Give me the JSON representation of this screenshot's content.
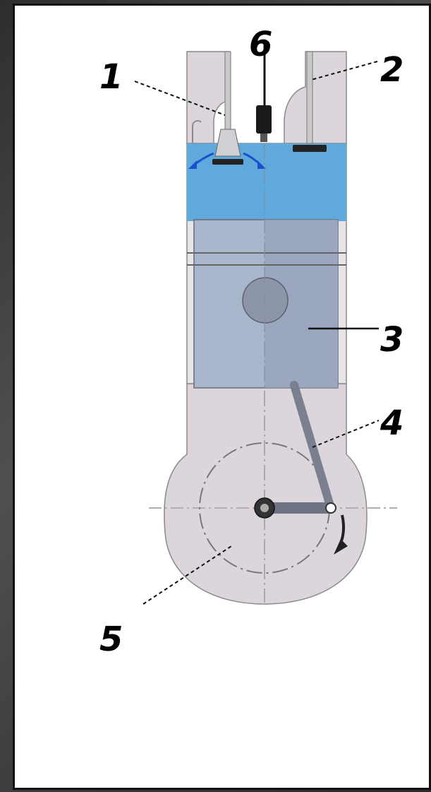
{
  "diagram": {
    "parts": [
      {
        "id": "1",
        "label": "1",
        "what": "intake-valve"
      },
      {
        "id": "2",
        "label": "2",
        "what": "exhaust-valve"
      },
      {
        "id": "3",
        "label": "3",
        "what": "piston"
      },
      {
        "id": "4",
        "label": "4",
        "what": "connecting-rod"
      },
      {
        "id": "5",
        "label": "5",
        "what": "crankshaft"
      },
      {
        "id": "6",
        "label": "6",
        "what": "spark-plug"
      }
    ],
    "colors": {
      "cylinder_charge": "#5fa9dd",
      "piston": "#a9b7cc",
      "crankcase": "#dcd6dc",
      "frame_bg": "#3a3a3c"
    }
  }
}
